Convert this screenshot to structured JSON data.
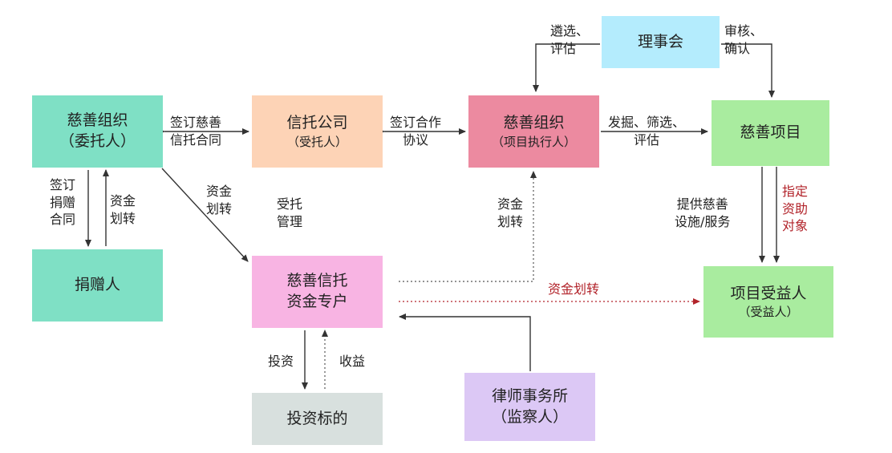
{
  "colors": {
    "teal": "#7fe0c5",
    "peach": "#fdd3b6",
    "red_pink": "#ec8aa0",
    "green": "#a9ec9f",
    "light_blue": "#b4ecfd",
    "pink": "#f8b4e3",
    "grey": "#d8e0de",
    "lavender": "#dcc8f5",
    "red_text": "#b2232a",
    "arrow": "#333333"
  },
  "boxes": {
    "charity_org_client": {
      "main": "慈善组织",
      "sub": "（委托人）"
    },
    "trust_company": {
      "main": "信托公司",
      "sub": "（受托人）"
    },
    "charity_org_executor": {
      "main": "慈善组织",
      "sub": "（项目执行人）"
    },
    "charity_project": {
      "main": "慈善项目"
    },
    "council": {
      "main": "理事会"
    },
    "donor": {
      "main": "捐赠人"
    },
    "trust_account": {
      "line1": "慈善信托",
      "line2": "资金专户"
    },
    "beneficiary": {
      "main": "项目受益人",
      "sub": "（受益人）"
    },
    "investment_target": {
      "main": "投资标的"
    },
    "law_firm": {
      "main": "律师事务所",
      "sub": "（监察人）"
    }
  },
  "labels": {
    "sign_charity_trust_contract": [
      "签订慈善",
      "信托合同"
    ],
    "sign_cooperation_agreement": [
      "签订合作",
      "协议"
    ],
    "discover_screen_evaluate": [
      "发掘、筛选、",
      "评估"
    ],
    "select_evaluate": [
      "遴选、",
      "评估"
    ],
    "review_confirm": [
      "审核、",
      "确认"
    ],
    "sign_donation_contract": [
      "签订",
      "捐赠",
      "合同"
    ],
    "fund_transfer_donor": [
      "资金",
      "划转"
    ],
    "fund_transfer_diag": [
      "资金",
      "划转"
    ],
    "entrusted_management": [
      "受托",
      "管理"
    ],
    "fund_transfer_executor": [
      "资金",
      "划转"
    ],
    "provide_services": [
      "提供慈善",
      "设施/服务"
    ],
    "designate_recipients": [
      "指定",
      "资助",
      "对象"
    ],
    "fund_transfer_beneficiary": "资金划转",
    "invest": "投资",
    "income": "收益"
  }
}
